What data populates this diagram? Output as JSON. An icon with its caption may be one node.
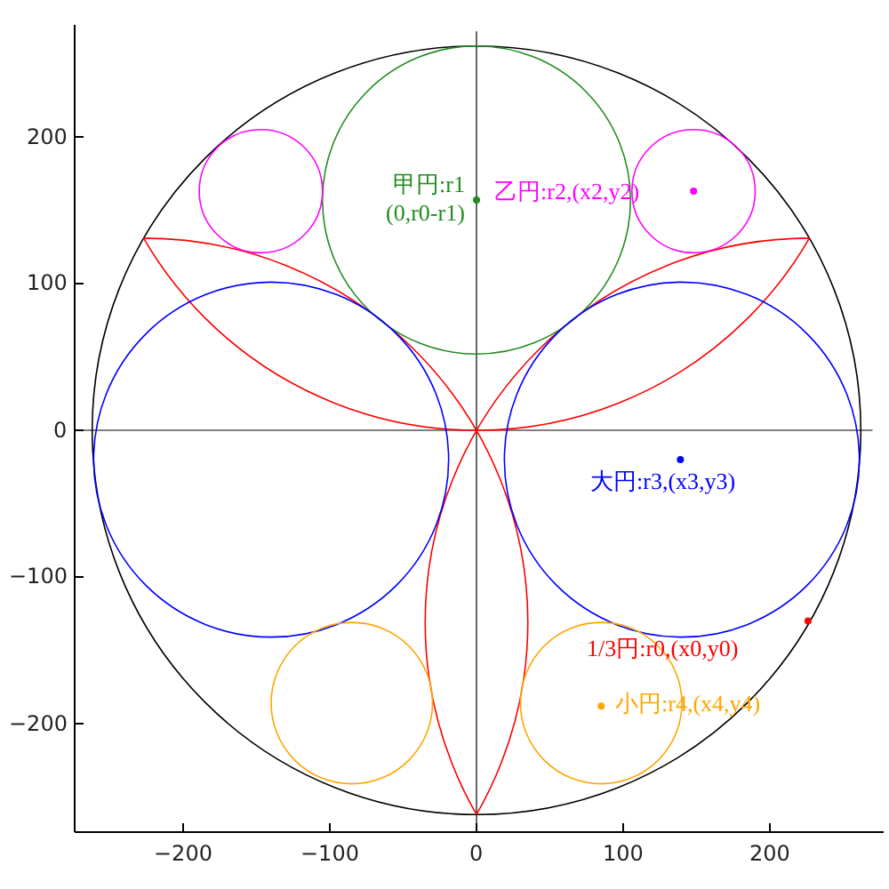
{
  "diagram": {
    "labels": [
      "200",
      "甲円:r1",
      "乙円:r2,(x2,y2)",
      "(0,r0-r1)",
      "100",
      "0",
      "大円:r3,(x3,y3)",
      "−100",
      "1/3円:r0,(x0,y0)",
      "−200",
      "小円:r4,(x4,y4)",
      "−200",
      "−100",
      "0",
      "100",
      "200"
    ]
  }
}
